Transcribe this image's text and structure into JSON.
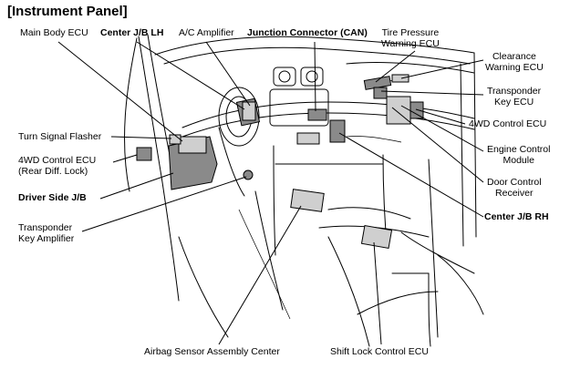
{
  "title": "[Instrument Panel]",
  "labels": {
    "main_body_ecu": "Main Body ECU",
    "center_jb_lh": "Center J/B LH",
    "ac_amplifier": "A/C Amplifier",
    "junction_connector": "Junction Connector (CAN)",
    "tire_pressure": [
      "Tire Pressure",
      "Warning ECU"
    ],
    "clearance_warning": [
      "Clearance",
      "Warning ECU"
    ],
    "transponder_key_ecu": [
      "Transponder",
      "Key ECU"
    ],
    "fourwd_control_ecu_right": "4WD Control ECU",
    "engine_control": [
      "Engine Control",
      "Module"
    ],
    "door_control": [
      "Door Control",
      "Receiver"
    ],
    "center_jb_rh": "Center J/B RH",
    "turn_signal": "Turn Signal Flasher",
    "fourwd_control_ecu_left": [
      "4WD Control ECU",
      "(Rear Diff. Lock)"
    ],
    "driver_side_jb": "Driver Side J/B",
    "transponder_key_amp": [
      "Transponder",
      "Key Amplifier"
    ],
    "airbag_sensor": "Airbag Sensor Assembly Center",
    "shift_lock": "Shift Lock Control ECU"
  }
}
